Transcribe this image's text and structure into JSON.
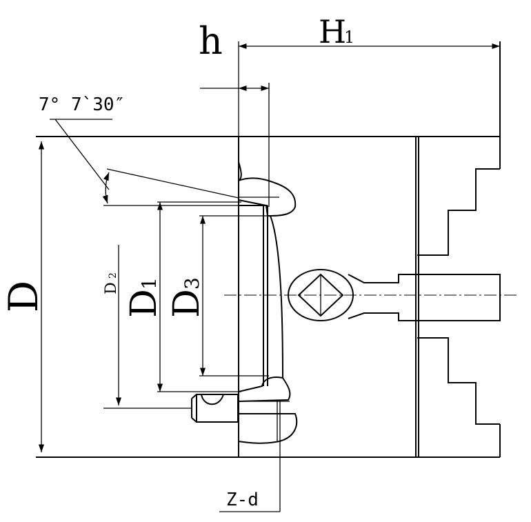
{
  "labels": {
    "h": "h",
    "H": "H",
    "H_sub": "1",
    "angle": "7°  7`30″",
    "D": "D",
    "D1": "D",
    "D1_sub": "1",
    "D2": "D",
    "D2_sub": "2",
    "D3": "D",
    "D3_sub": "3",
    "Zd": "Z-d"
  }
}
